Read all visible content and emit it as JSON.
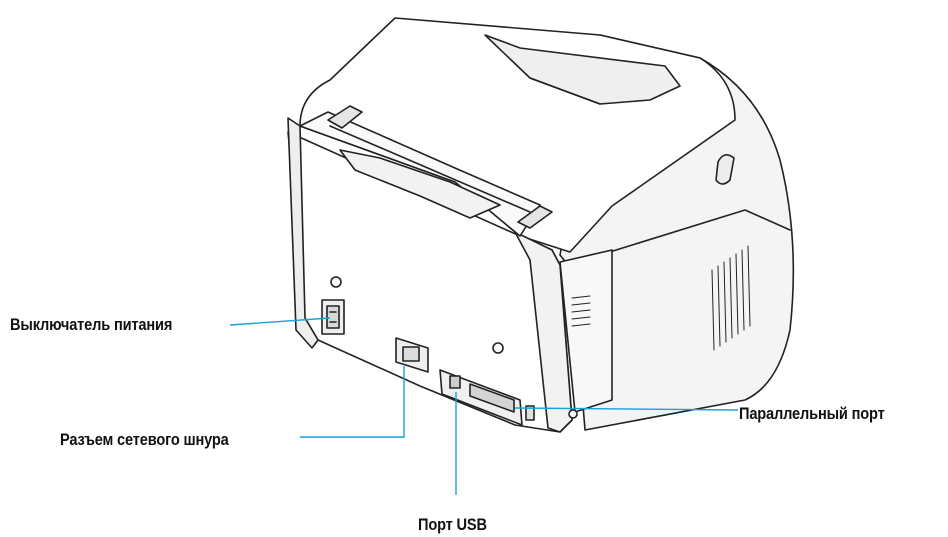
{
  "labels": {
    "power_switch": "Выключатель питания",
    "power_cord_socket": "Разъем сетевого шнура",
    "parallel_port": "Параллельный порт",
    "usb_port": "Порт USB"
  },
  "colors": {
    "callout_line": "#1aa0dc",
    "outline": "#222222",
    "body": "#ffffff",
    "shade": "#e9e9e9"
  }
}
